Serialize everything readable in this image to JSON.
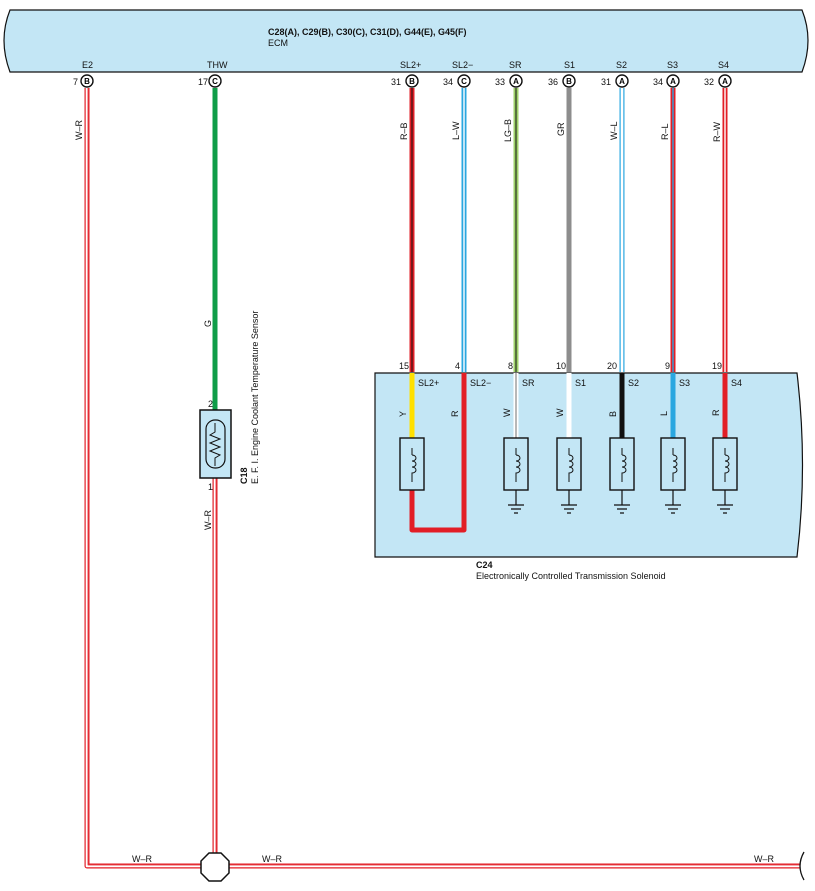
{
  "ecm": {
    "connectors": "C28(A), C29(B), C30(C), C31(D), G44(E), G45(F)",
    "name": "ECM"
  },
  "pins": [
    {
      "label": "E2",
      "num": "7",
      "conn": "B"
    },
    {
      "label": "THW",
      "num": "17",
      "conn": "C"
    },
    {
      "label": "SL2+",
      "num": "31",
      "conn": "B"
    },
    {
      "label": "SL2−",
      "num": "34",
      "conn": "C"
    },
    {
      "label": "SR",
      "num": "33",
      "conn": "A"
    },
    {
      "label": "S1",
      "num": "36",
      "conn": "B"
    },
    {
      "label": "S2",
      "num": "31",
      "conn": "A"
    },
    {
      "label": "S3",
      "num": "34",
      "conn": "A"
    },
    {
      "label": "S4",
      "num": "32",
      "conn": "A"
    }
  ],
  "wires": {
    "e2": "W–R",
    "thw": "G",
    "sl2p": "R–B",
    "sl2m": "L–W",
    "sr": "LG–B",
    "s1": "GR",
    "s2": "W–L",
    "s3": "R–L",
    "s4": "R–W",
    "sensor_ground": "W–R",
    "bottom_left": "W–R",
    "bottom_mid": "W–R",
    "bottom_right": "W–R"
  },
  "sensor": {
    "code": "C18",
    "name": "E. F. I.  Engine Coolant Temperature Sensor",
    "pin_top": "2",
    "pin_bottom": "1"
  },
  "solenoid": {
    "code": "C24",
    "name": "Electronically Controlled Transmission Solenoid",
    "pins": [
      {
        "num": "15",
        "label": "SL2+",
        "inner": "Y"
      },
      {
        "num": "4",
        "label": "SL2−",
        "inner": "R"
      },
      {
        "num": "8",
        "label": "SR",
        "inner": "W"
      },
      {
        "num": "10",
        "label": "S1",
        "inner": "W"
      },
      {
        "num": "20",
        "label": "S2",
        "inner": "B"
      },
      {
        "num": "9",
        "label": "S3",
        "inner": "L"
      },
      {
        "num": "19",
        "label": "S4",
        "inner": "R"
      }
    ]
  },
  "colors": {
    "box_fill": "#c3e6f5",
    "red": "#e21e26",
    "green": "#0f9d48",
    "blue": "#2aa7e0",
    "gray": "#8d8d8d",
    "yellow": "#ffe000",
    "black": "#111111",
    "white": "#ffffff",
    "lightgreen": "#9fd26a"
  }
}
